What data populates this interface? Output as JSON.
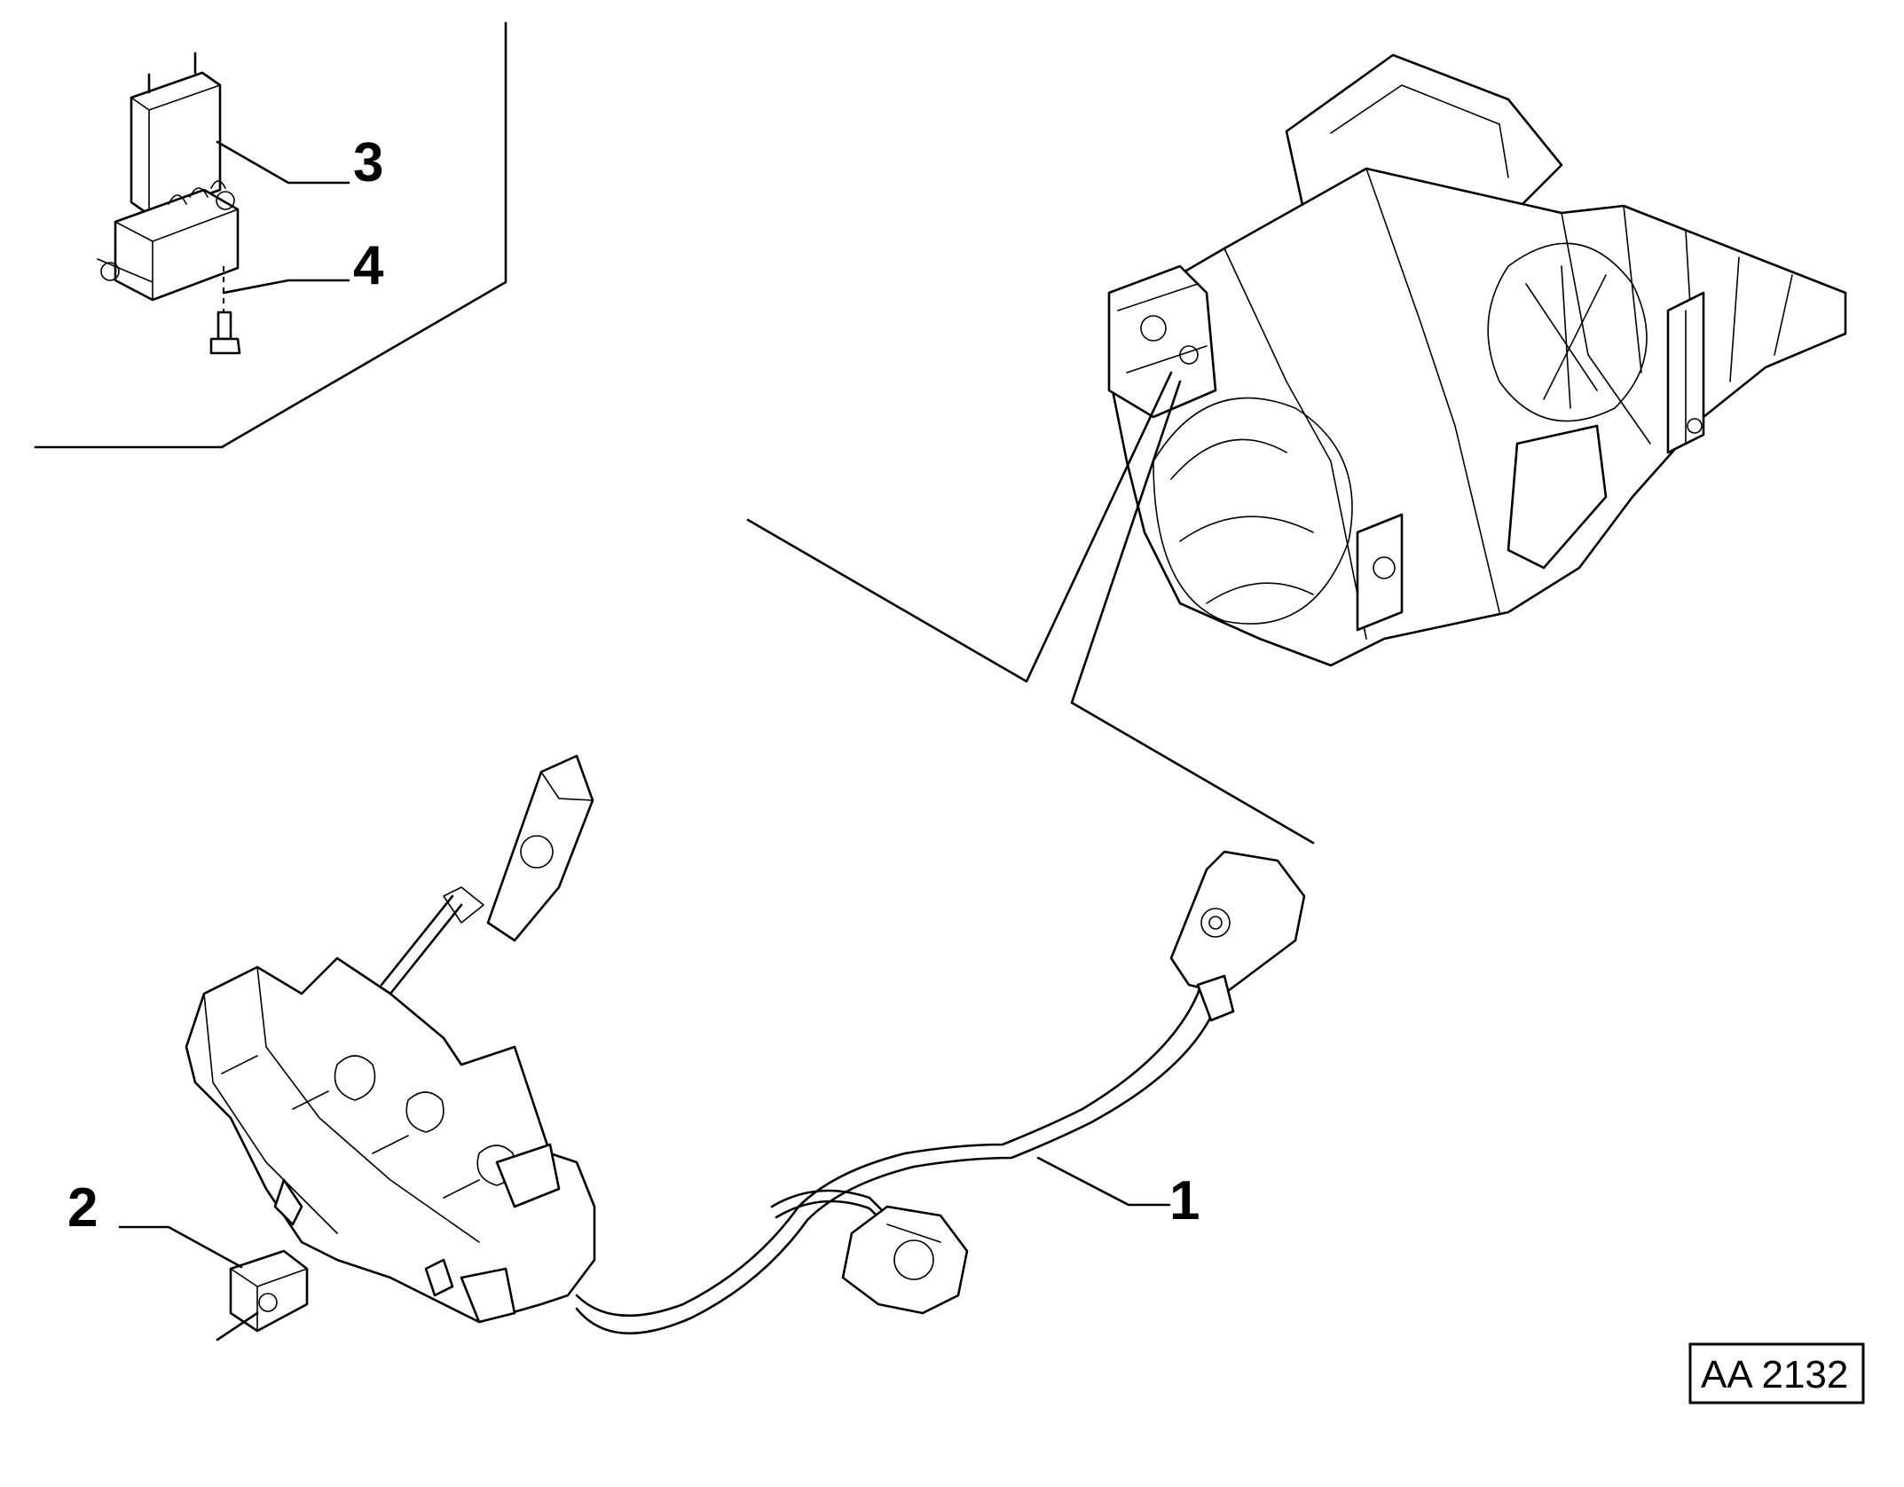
{
  "callouts": {
    "c1": "1",
    "c2": "2",
    "c3": "3",
    "c4": "4"
  },
  "reference_code": "AA 2132"
}
